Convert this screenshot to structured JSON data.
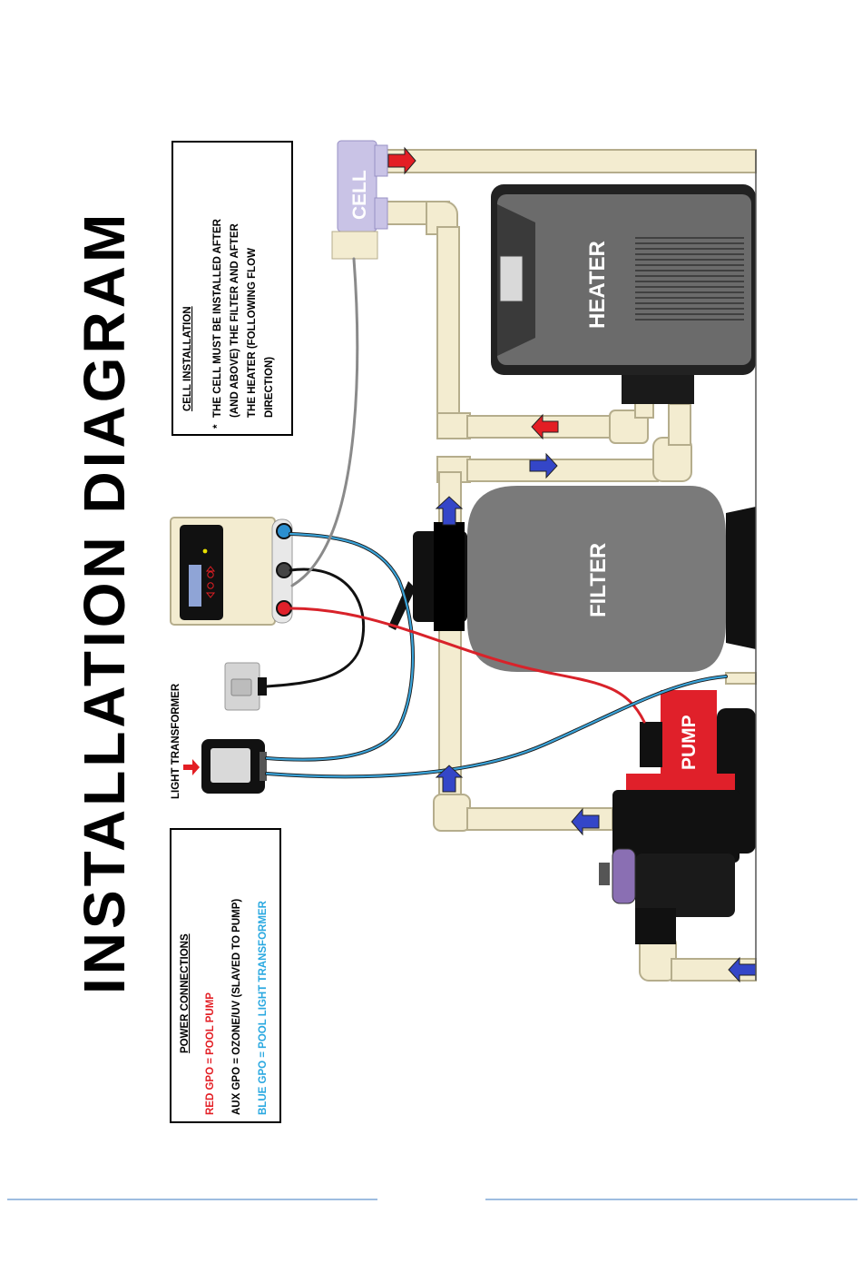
{
  "title": "INSTALLATION DIAGRAM",
  "power_box": {
    "heading": "POWER CONNECTIONS",
    "lines": [
      {
        "text": "RED GPO = POOL PUMP",
        "color": "#e31e24"
      },
      {
        "text": "AUX GPO = OZONE/UV (SLAVED TO PUMP)",
        "color": "#000000"
      },
      {
        "text": "BLUE GPO = POOL LIGHT TRANSFORMER",
        "color": "#29a8e0"
      }
    ]
  },
  "cell_box": {
    "heading": "CELL INSTALLATION",
    "bullet": "*",
    "lines": [
      "THE CELL MUST BE INSTALLED AFTER",
      "(AND ABOVE) THE FILTER AND AFTER",
      "THE HEATER (FOLLOWING FLOW",
      "DIRECTION)"
    ]
  },
  "components": {
    "cell": "CELL",
    "heater": "HEATER",
    "filter": "FILTER",
    "pump": "PUMP",
    "light_transformer": "LIGHT TRANSFORMER"
  },
  "colors": {
    "pipe": "#f3ecd0",
    "pipe_edge": "#b5ad8c",
    "red_wire": "#d8222a",
    "blue_wire": "#3aa3d9",
    "flow_red": "#e31e24",
    "flow_blue": "#3446c8",
    "footer_line": "#7fa7d6"
  }
}
